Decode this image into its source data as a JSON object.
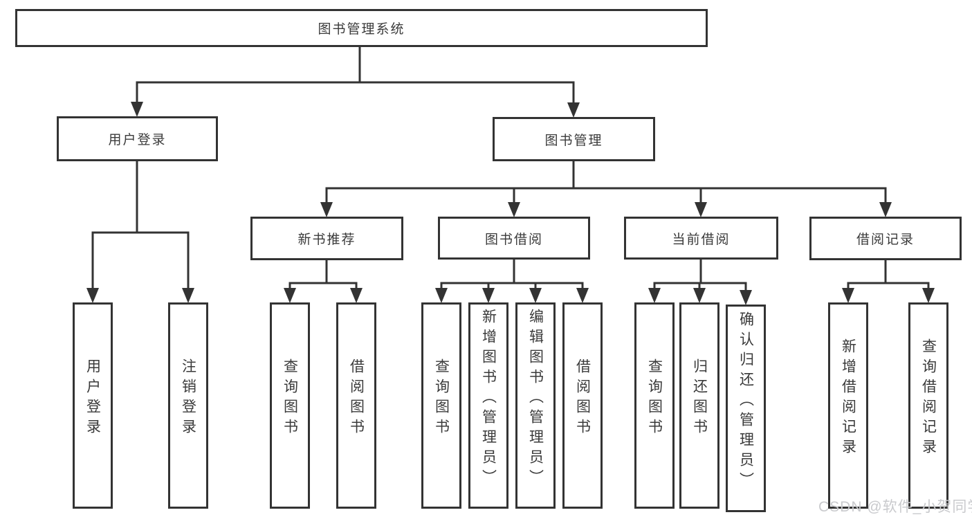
{
  "diagram": {
    "root": {
      "label": "图书管理系统"
    },
    "level2": [
      {
        "label": "用户登录"
      },
      {
        "label": "图书管理"
      }
    ],
    "level3": [
      {
        "label": "新书推荐"
      },
      {
        "label": "图书借阅"
      },
      {
        "label": "当前借阅"
      },
      {
        "label": "借阅记录"
      }
    ],
    "leaves": {
      "user_login": [
        {
          "label": "用户登录"
        },
        {
          "label": "注销登录"
        }
      ],
      "new_book_recommend": [
        {
          "label": "查询图书"
        },
        {
          "label": "借阅图书"
        }
      ],
      "book_borrowing": [
        {
          "label": "查询图书"
        },
        {
          "label": "新增图书（管理员）"
        },
        {
          "label": "编辑图书（管理员）"
        },
        {
          "label": "借阅图书"
        }
      ],
      "current_borrowing": [
        {
          "label": "查询图书"
        },
        {
          "label": "归还图书"
        },
        {
          "label": "确认归还（管理员）"
        }
      ],
      "borrow_records": [
        {
          "label": "新增借阅记录"
        },
        {
          "label": "查询借阅记录"
        }
      ]
    },
    "colors": {
      "line": "#333333",
      "box_border": "#333333",
      "box_background": "#ffffff",
      "text": "#3a3a3a",
      "page_background": "#ffffff"
    }
  },
  "watermark": {
    "label": "CSDN @软件_小贺同学",
    "color": "#c9cacd"
  }
}
